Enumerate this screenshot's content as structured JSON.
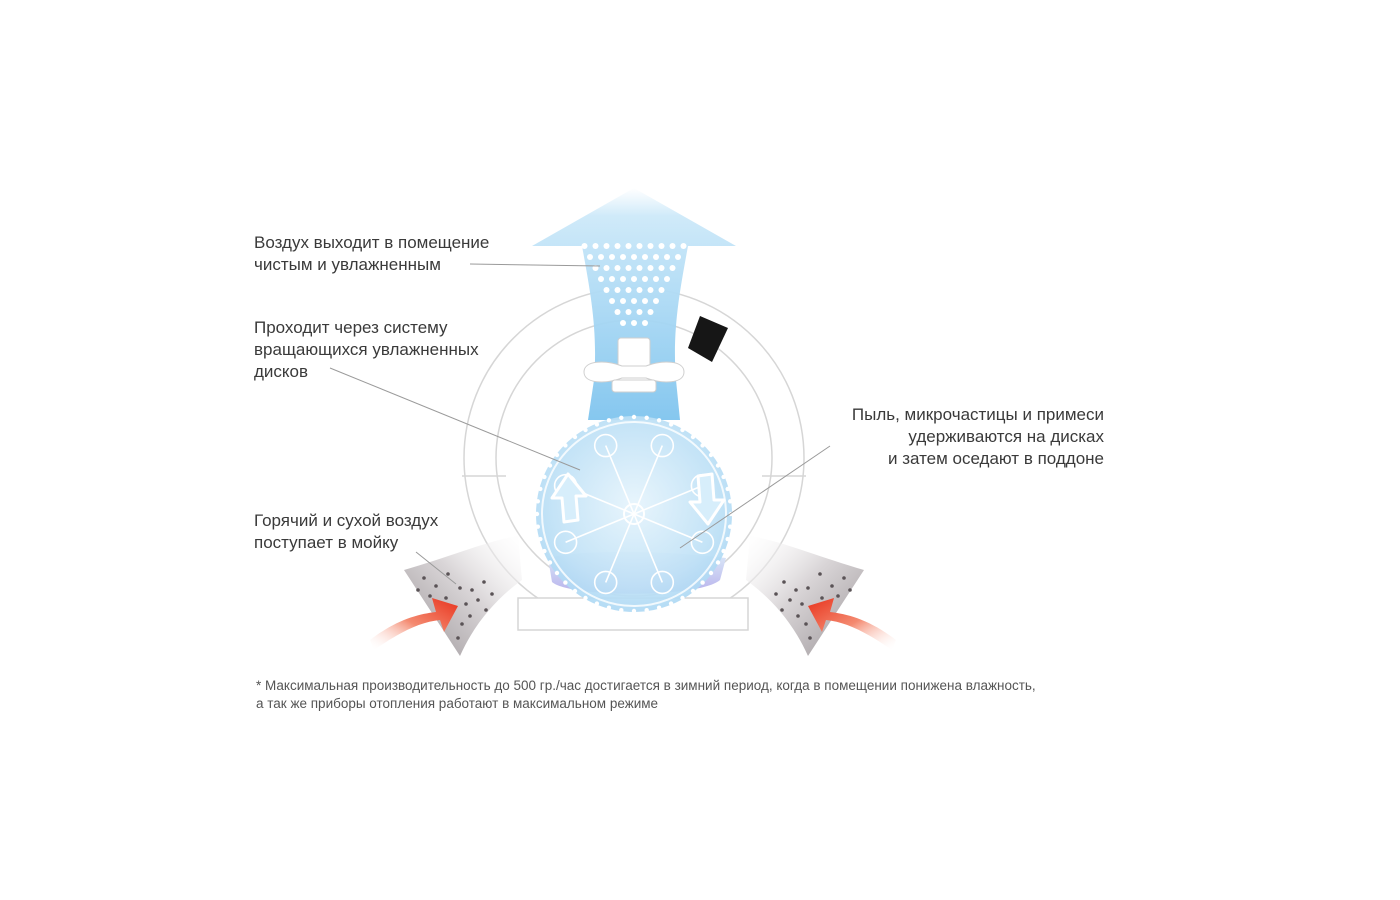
{
  "labels": {
    "air_out": [
      "Воздух выходит в помещение",
      "чистым и увлажненным"
    ],
    "discs": [
      "Проходит через систему",
      "вращающихся увлажненных",
      "дисков"
    ],
    "dust": [
      "Пыль, микрочастицы и примеси",
      "удерживаются на дисках",
      "и затем оседают в поддоне"
    ],
    "hot_air": [
      "Горячий и сухой воздух",
      "поступает в мойку"
    ]
  },
  "footnote": [
    "* Максимальная производительность до 500 гр./час достигается в зимний период, когда в помещении понижена влажность,",
    "а так же приборы отопления работают в максимальном режиме"
  ],
  "colors": {
    "outflow_blue": "#9fd3f2",
    "wheel_blue": "#bfe3f7",
    "water_purple": "#c9c3ef",
    "inflow_gray": "#b8b3b6",
    "hot_arrow_red": "#ec3b25",
    "outline_gray": "#d6d6d6",
    "leader_gray": "#9a9a9a"
  },
  "icons": {
    "air_outflow": "up-arrow-icon",
    "rotation_up": "up-arrow-icon",
    "rotation_down": "down-arrow-icon",
    "hot_air_in": "curved-arrow-icon"
  }
}
